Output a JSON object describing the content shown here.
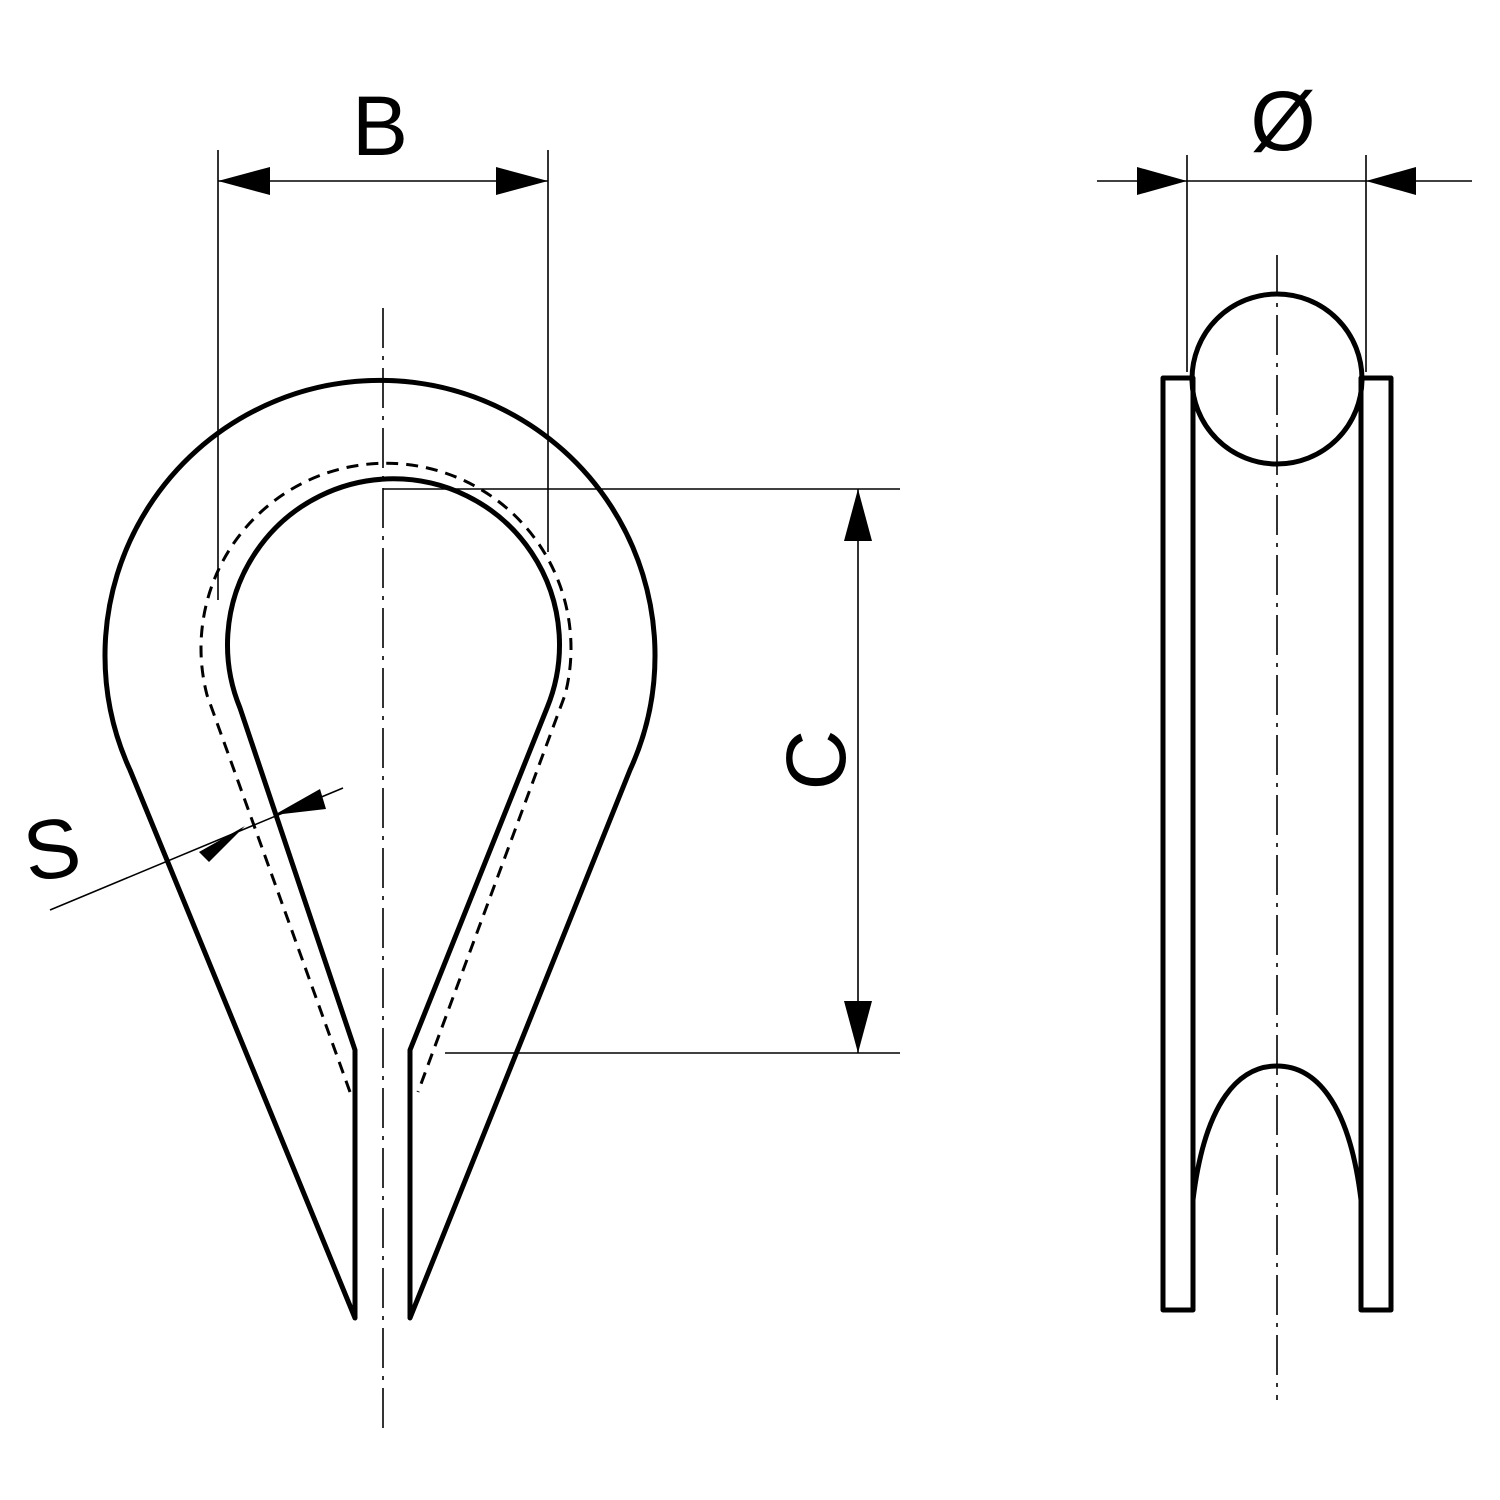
{
  "labels": {
    "width_inner": "B",
    "length_inner": "C",
    "thickness": "S",
    "rope_diameter": "Ø"
  },
  "colors": {
    "line": "#000000",
    "background": "#ffffff"
  }
}
